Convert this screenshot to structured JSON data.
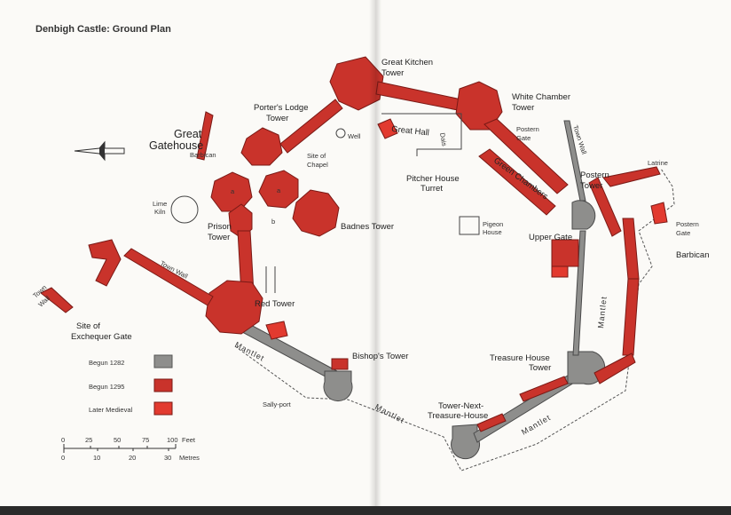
{
  "title": "Denbigh Castle: Ground Plan",
  "labels": {
    "great_kitchen_tower": [
      "Great Kitchen",
      "Tower"
    ],
    "white_chamber_tower": [
      "White Chamber",
      "Tower"
    ],
    "porters_lodge_tower": [
      "Porter's Lodge",
      "Tower"
    ],
    "great_gatehouse": [
      "Great",
      "Gatehouse"
    ],
    "barbican_left": "Barbican",
    "well": "Well",
    "great_hall": "Great Hall",
    "dais": "Dais",
    "pitcher_house_turret": [
      "Pitcher House",
      "Turret"
    ],
    "site_of_chapel": [
      "Site of",
      "Chapel"
    ],
    "postern_gate_upper": [
      "Postern",
      "Gate"
    ],
    "town_wall_top": "Town Wall",
    "green_chambers": "Green Chambers",
    "postern_tower": [
      "Postern",
      "Tower"
    ],
    "latrine": "Latrine",
    "postern_gate_right": [
      "Postern",
      "Gate"
    ],
    "barbican_right": "Barbican",
    "lime_kiln": [
      "Lime",
      "Kiln"
    ],
    "prison_tower": [
      "Prison",
      "Tower"
    ],
    "badnes_tower": "Badnes Tower",
    "pigeon_house": [
      "Pigeon",
      "House"
    ],
    "upper_gate": "Upper Gate",
    "town_wall_left": [
      "Town",
      "Wall"
    ],
    "town_wall_middle": "Town Wall",
    "red_tower": "Red Tower",
    "site_of_exchequer_gate": [
      "Site of",
      "Exchequer Gate"
    ],
    "mantlet_right": "Mantlet",
    "mantlet_left": "Mantlet",
    "mantlet_bottom": "Mantlet",
    "mantlet_bottom_right": "Mantlet",
    "bishops_tower": "Bishop's Tower",
    "treasure_house_tower": [
      "Treasure House",
      "Tower"
    ],
    "tower_next_treasure_house": [
      "Tower-Next-",
      "Treasure-House"
    ],
    "sally_port": "Sally-port",
    "room_mark_a": "a",
    "room_mark_b": "a",
    "room_mark_c": "b"
  },
  "legend": [
    {
      "label": "Begun 1282",
      "color": "#8e8e8c"
    },
    {
      "label": "Begun 1295",
      "color": "#c9332b"
    },
    {
      "label": "Later Medieval",
      "color": "#e23a2f"
    }
  ],
  "scale": {
    "feet_ticks": [
      "0",
      "25",
      "50",
      "75",
      "100"
    ],
    "feet_unit": "Feet",
    "metre_ticks": [
      "0",
      "10",
      "20",
      "30"
    ],
    "metre_unit": "Metres"
  }
}
